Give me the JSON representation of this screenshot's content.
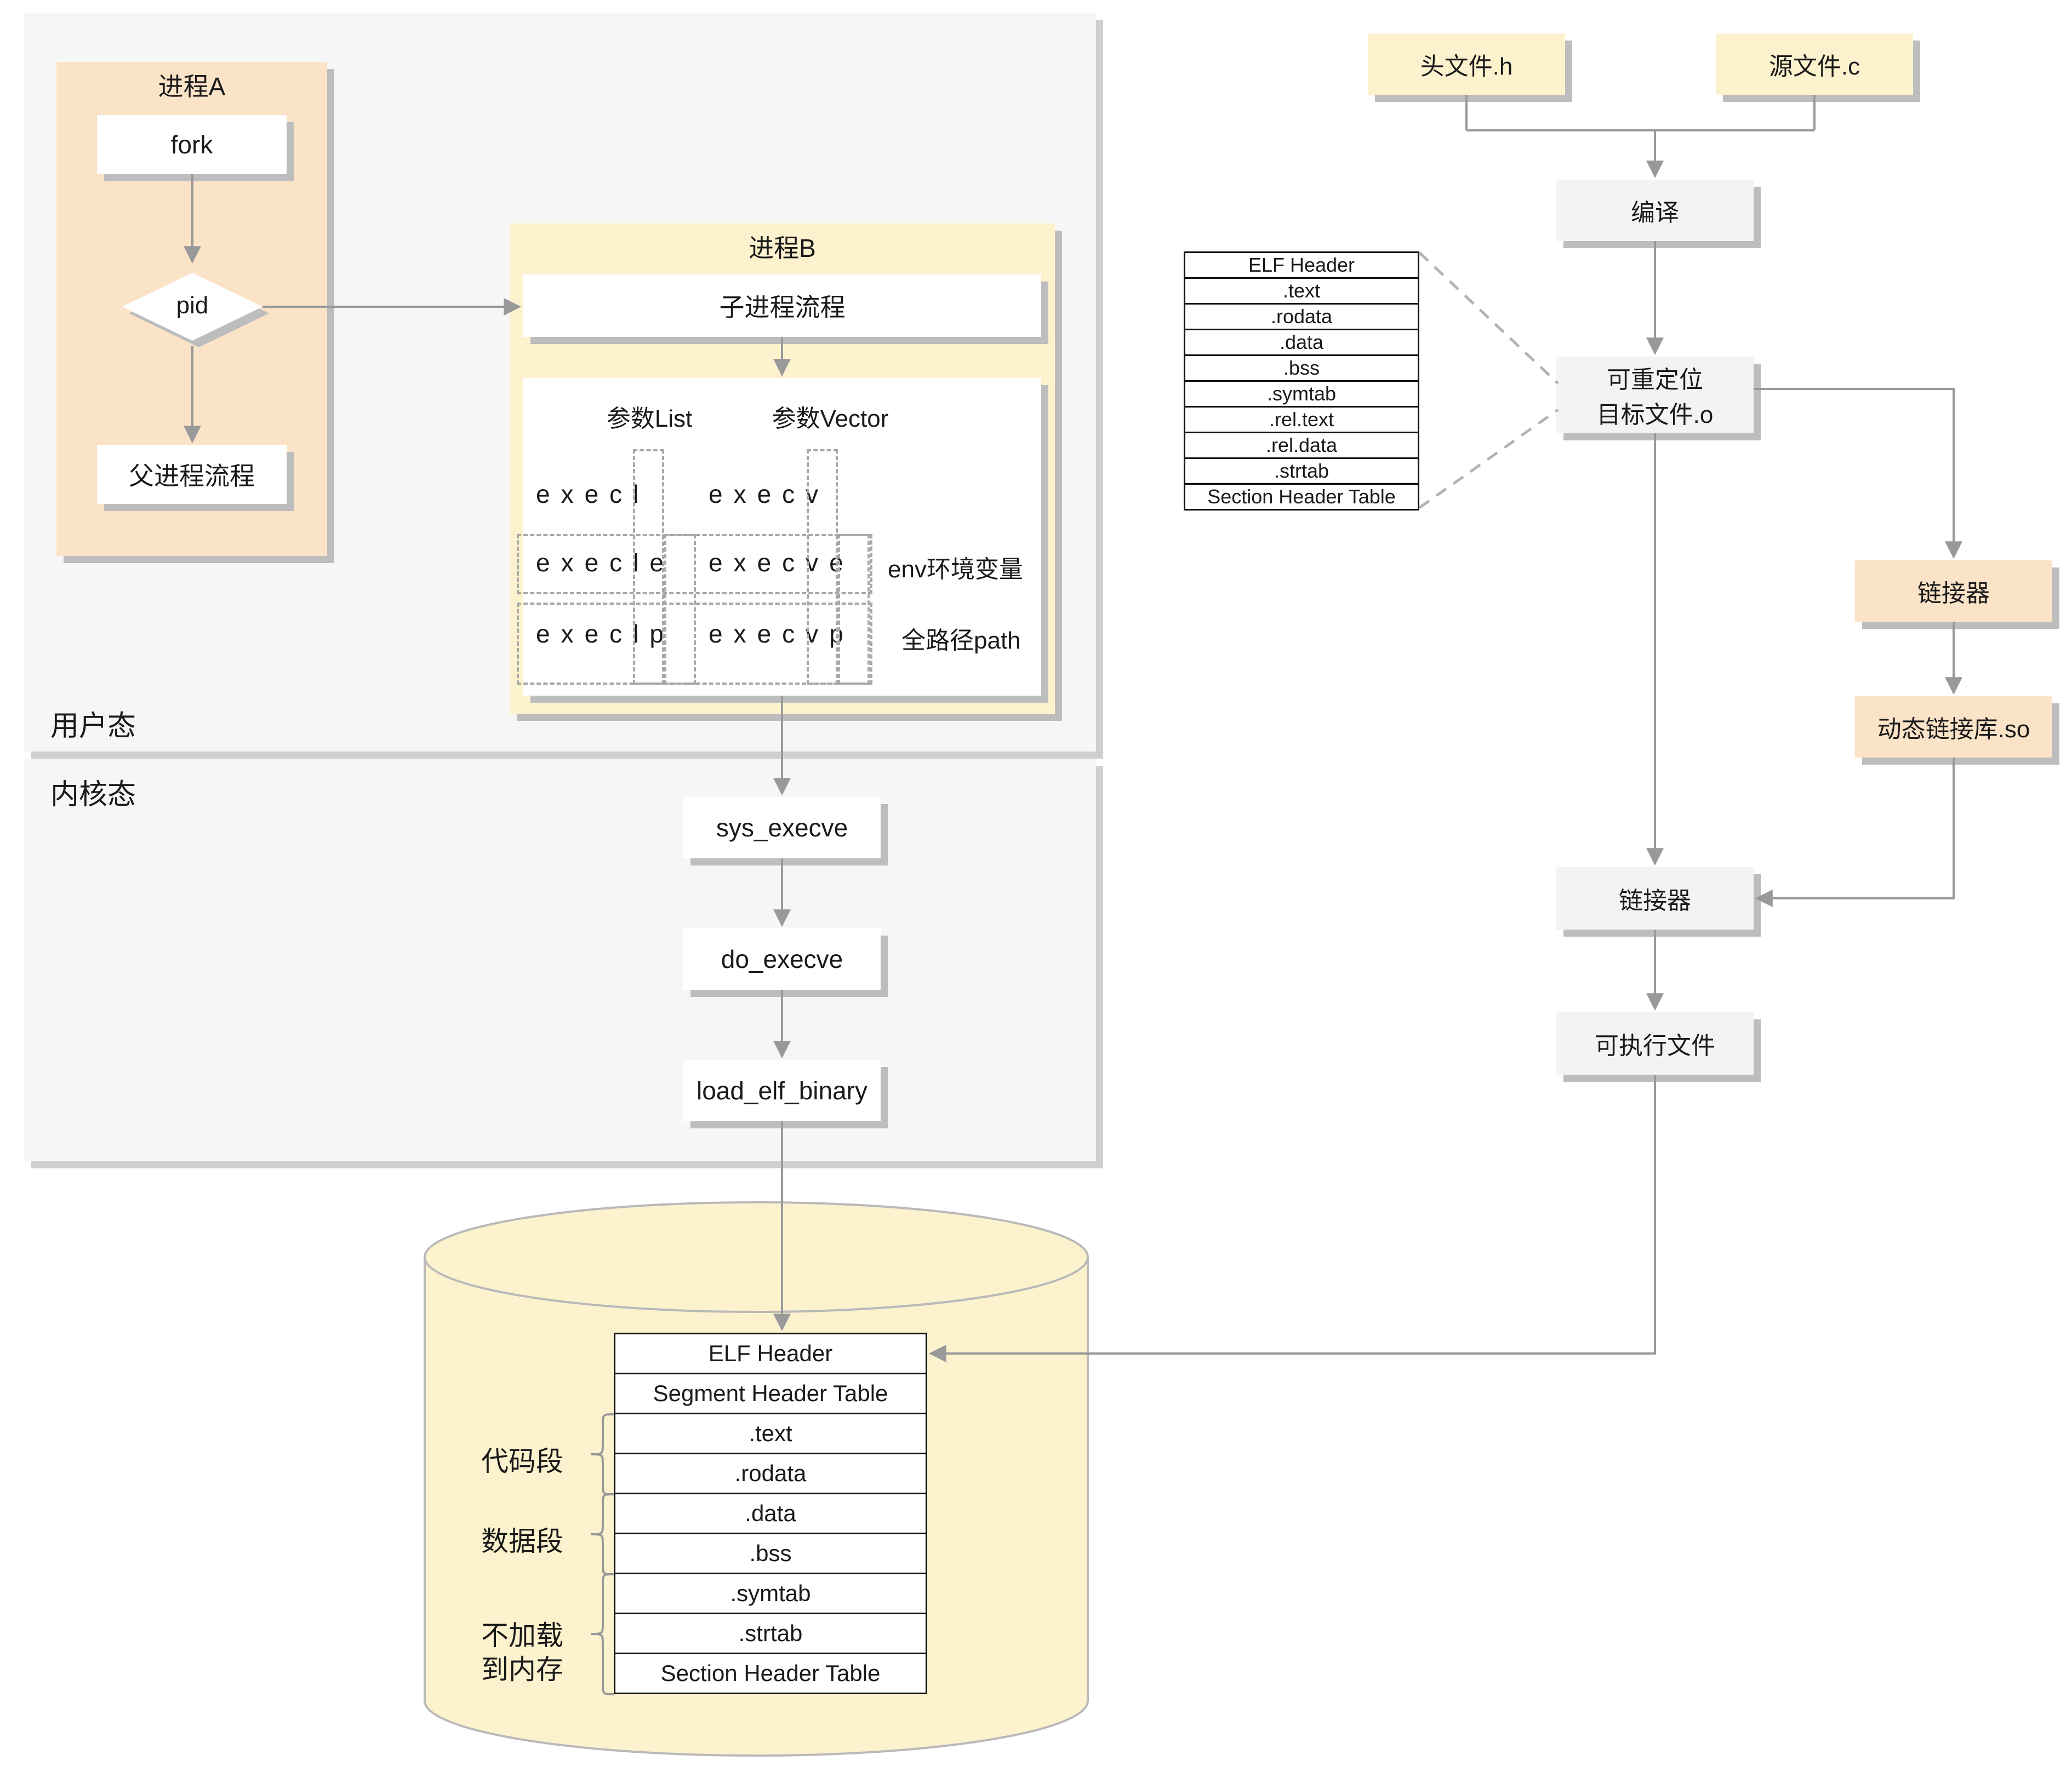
{
  "modes": {
    "user": "用户态",
    "kernel": "内核态"
  },
  "process_a": {
    "title": "进程A",
    "fork_label": "fork",
    "pid_label": "pid",
    "parent_flow_label": "父进程流程"
  },
  "process_b": {
    "title": "进程B",
    "child_flow_label": "子进程流程",
    "param_list_header": "参数List",
    "param_vector_header": "参数Vector",
    "exec_list": [
      "execl",
      "execle",
      "execlp"
    ],
    "exec_vector": [
      "execv",
      "execve",
      "execvp"
    ],
    "row_notes": [
      "env环境变量",
      "全路径path"
    ]
  },
  "kernel_calls": {
    "sys_execve": "sys_execve",
    "do_execve": "do_execve",
    "load_elf_binary": "load_elf_binary"
  },
  "compile_flow": {
    "header_file": "头文件.h",
    "source_file": "源文件.c",
    "compile": "编译",
    "relocatable_line1": "可重定位",
    "relocatable_line2": "目标文件.o",
    "linker_top": "链接器",
    "dynamic_lib": "动态链接库.so",
    "linker_bottom": "链接器",
    "executable": "可执行文件"
  },
  "object_sections": [
    "ELF Header",
    ".text",
    ".rodata",
    ".data",
    ".bss",
    ".symtab",
    ".rel.text",
    ".rel.data",
    ".strtab",
    "Section Header Table"
  ],
  "exe_sections": [
    "ELF Header",
    "Segment Header Table",
    ".text",
    ".rodata",
    ".data",
    ".bss",
    ".symtab",
    ".strtab",
    "Section Header Table"
  ],
  "segment_labels": {
    "code": "代码段",
    "data": "数据段",
    "noload_line1": "不加载",
    "noload_line2": "到内存"
  },
  "colors": {
    "accent_orange": "#fbe3c8",
    "accent_yellow": "#fdf2ce",
    "panel_gray": "#f6f6f6",
    "box_gray": "#f3f3f3",
    "line_gray": "#999999",
    "shadow_gray": "#bdbdbd",
    "table_border": "#111111"
  }
}
